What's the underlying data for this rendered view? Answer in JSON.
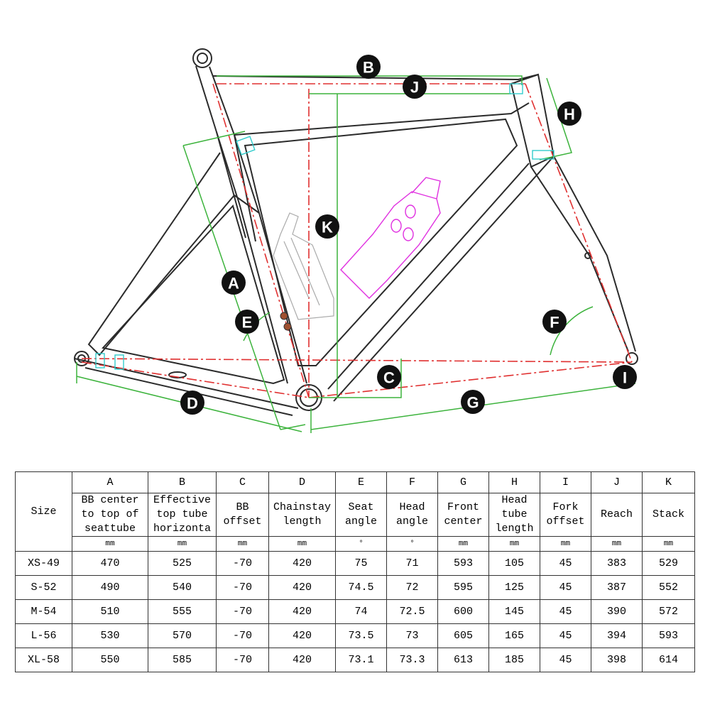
{
  "diagram": {
    "labels": [
      "A",
      "B",
      "C",
      "D",
      "E",
      "F",
      "G",
      "H",
      "I",
      "J",
      "K"
    ],
    "colors": {
      "frame": "#2b2b2b",
      "dimension": "#3cb33c",
      "centerline": "#e03030",
      "bottle_gray": "#aaaaaa",
      "bottle_magenta": "#e030e0",
      "accent_cyan": "#33cccc",
      "badge": "#111111"
    }
  },
  "table": {
    "size_header": "Size",
    "columns": [
      {
        "letter": "A",
        "name_lines": [
          "BB center",
          "to top of",
          "seattube"
        ],
        "unit": "mm"
      },
      {
        "letter": "B",
        "name_lines": [
          "Effective",
          "top tube",
          "horizonta"
        ],
        "unit": "mm"
      },
      {
        "letter": "C",
        "name_lines": [
          "BB",
          "offset"
        ],
        "unit": "mm"
      },
      {
        "letter": "D",
        "name_lines": [
          "Chainstay",
          "length"
        ],
        "unit": "mm"
      },
      {
        "letter": "E",
        "name_lines": [
          "Seat",
          "angle"
        ],
        "unit": "°"
      },
      {
        "letter": "F",
        "name_lines": [
          "Head",
          "angle"
        ],
        "unit": "°"
      },
      {
        "letter": "G",
        "name_lines": [
          "Front",
          "center"
        ],
        "unit": "mm"
      },
      {
        "letter": "H",
        "name_lines": [
          "Head",
          "tube",
          "length"
        ],
        "unit": "mm"
      },
      {
        "letter": "I",
        "name_lines": [
          "Fork",
          "offset"
        ],
        "unit": "mm"
      },
      {
        "letter": "J",
        "name_lines": [
          "Reach"
        ],
        "unit": "mm"
      },
      {
        "letter": "K",
        "name_lines": [
          "Stack"
        ],
        "unit": "mm"
      }
    ],
    "rows": [
      {
        "size": "XS-49",
        "values": [
          "470",
          "525",
          "-70",
          "420",
          "75",
          "71",
          "593",
          "105",
          "45",
          "383",
          "529"
        ]
      },
      {
        "size": "S-52",
        "values": [
          "490",
          "540",
          "-70",
          "420",
          "74.5",
          "72",
          "595",
          "125",
          "45",
          "387",
          "552"
        ]
      },
      {
        "size": "M-54",
        "values": [
          "510",
          "555",
          "-70",
          "420",
          "74",
          "72.5",
          "600",
          "145",
          "45",
          "390",
          "572"
        ]
      },
      {
        "size": "L-56",
        "values": [
          "530",
          "570",
          "-70",
          "420",
          "73.5",
          "73",
          "605",
          "165",
          "45",
          "394",
          "593"
        ]
      },
      {
        "size": "XL-58",
        "values": [
          "550",
          "585",
          "-70",
          "420",
          "73.1",
          "73.3",
          "613",
          "185",
          "45",
          "398",
          "614"
        ]
      }
    ]
  }
}
